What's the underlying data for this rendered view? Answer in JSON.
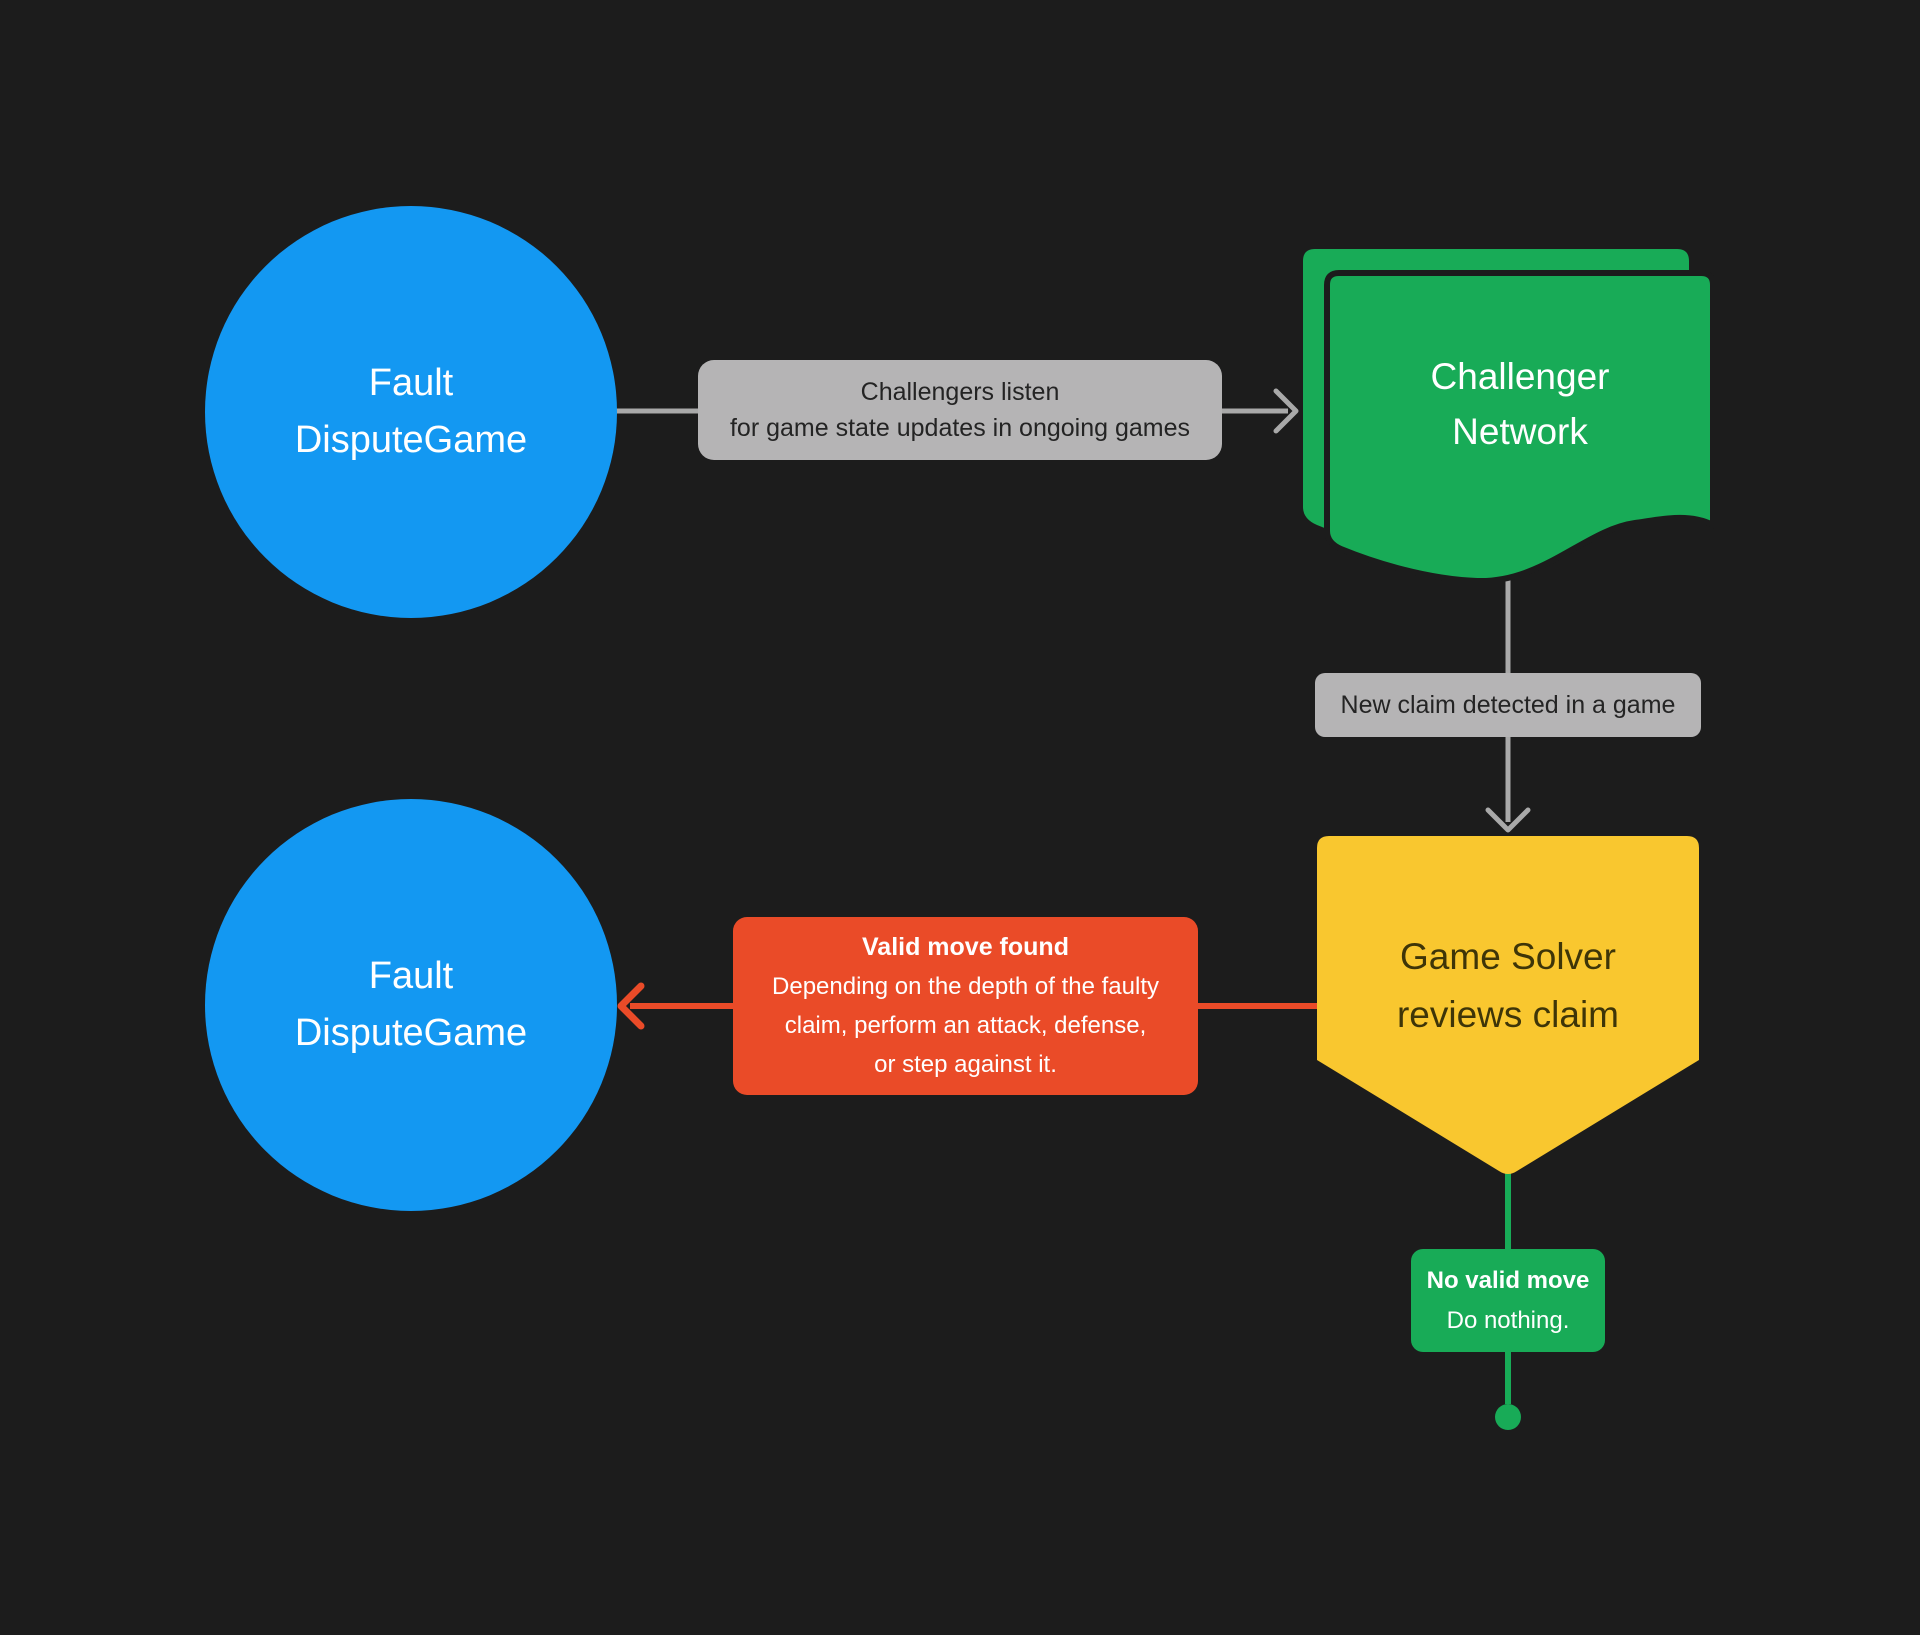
{
  "canvas": {
    "background": "#1c1c1c"
  },
  "nodes": {
    "fault_top": {
      "title_line1": "Fault",
      "title_line2": "DisputeGame",
      "shape": "circle",
      "fill": "#1398f2",
      "text_color": "#ffffff"
    },
    "challenger_network": {
      "title_line1": "Challenger",
      "title_line2": "Network",
      "shape": "stacked-document",
      "fill": "#18ab57",
      "text_color": "#ffffff"
    },
    "game_solver": {
      "title_line1": "Game Solver",
      "title_line2": "reviews claim",
      "shape": "pentagon-down",
      "fill": "#f9c72f",
      "text_color": "#3e3508"
    },
    "fault_bottom": {
      "title_line1": "Fault",
      "title_line2": "DisputeGame",
      "shape": "circle",
      "fill": "#1398f2",
      "text_color": "#ffffff"
    }
  },
  "edges": {
    "listen": {
      "from": "fault_top",
      "to": "challenger_network",
      "label_line1": "Challengers listen",
      "label_line2": "for game state updates in ongoing games",
      "label_bg": "#b5b4b5",
      "label_text_color": "#242424",
      "line_color": "#a9a9a9"
    },
    "new_claim": {
      "from": "challenger_network",
      "to": "game_solver",
      "label": "New claim detected in a game",
      "label_bg": "#b5b4b5",
      "label_text_color": "#242424",
      "line_color": "#a9a9a9"
    },
    "valid_move": {
      "from": "game_solver",
      "to": "fault_bottom",
      "title": "Valid move found",
      "body": [
        "Depending on the depth of the faulty",
        "claim, perform an attack, defense,",
        "or step against it."
      ],
      "label_bg": "#ea4b28",
      "label_text_color": "#ffffff",
      "line_color": "#ea4b28"
    },
    "no_valid_move": {
      "from": "game_solver",
      "to": "end",
      "title": "No valid move",
      "body": [
        "Do nothing."
      ],
      "label_bg": "#18ab57",
      "label_text_color": "#ffffff",
      "line_color": "#18ab57"
    }
  }
}
